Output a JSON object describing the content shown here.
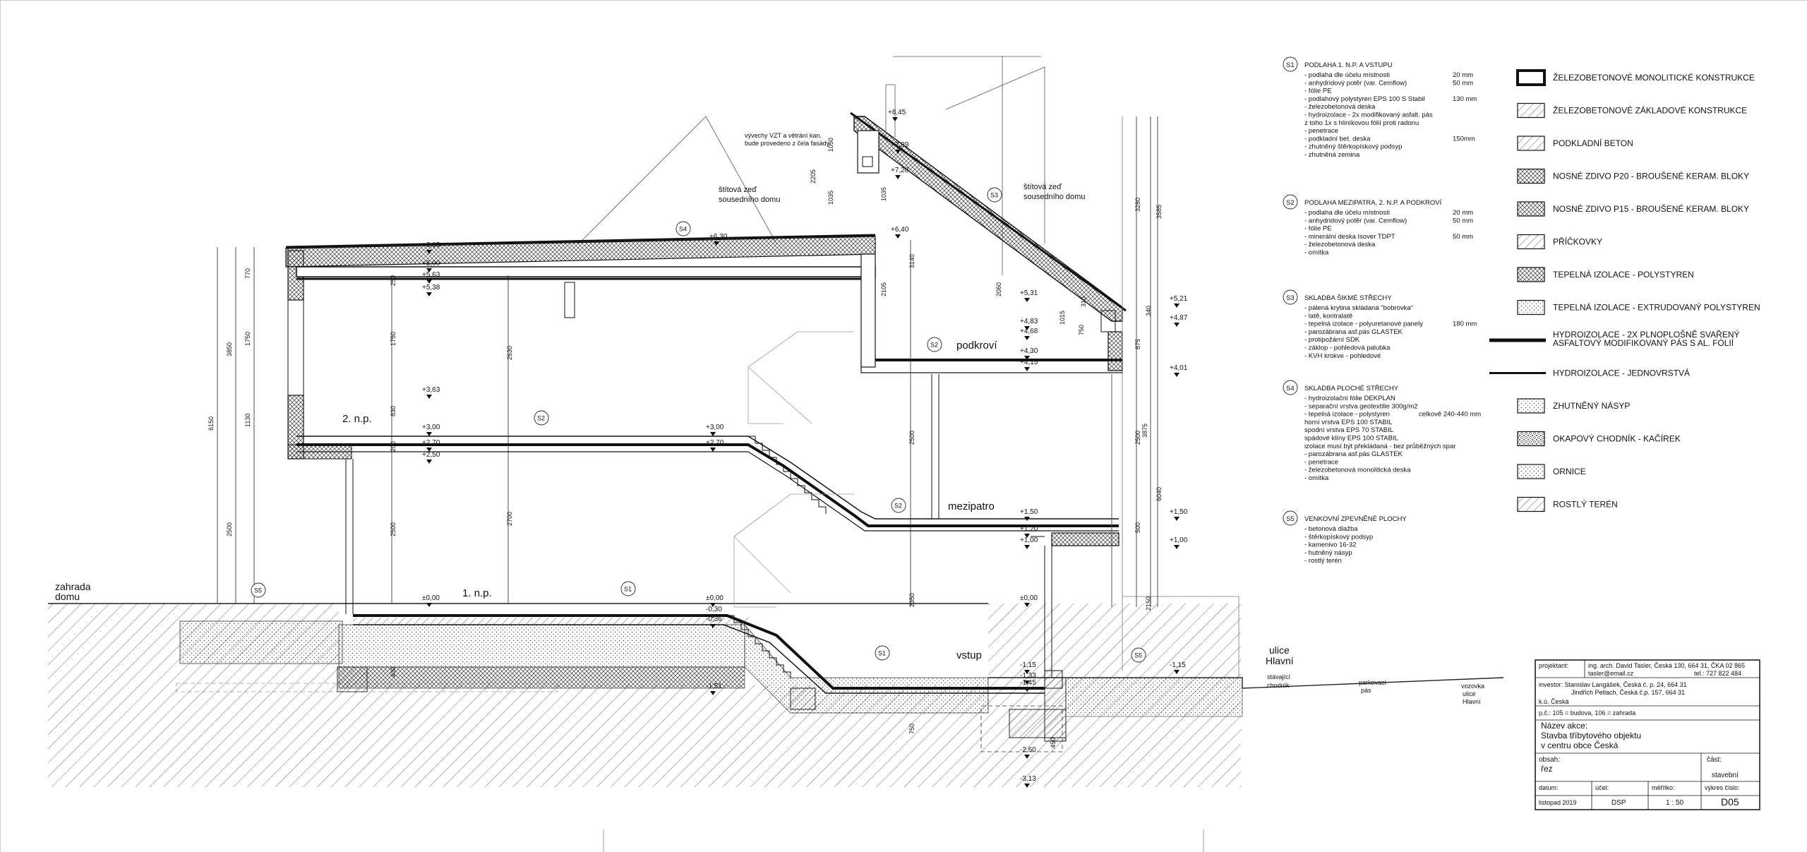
{
  "section_labels": {
    "zahrada": "zahrada",
    "domu": "domu",
    "ulice": "ulice",
    "hlavni": "Hlavní",
    "np1": "1. n.p.",
    "np2": "2. n.p.",
    "mezipatro": "mezipatro",
    "podkrovi": "podkroví",
    "vstup": "vstup",
    "stitova1a": "štítová zeď",
    "stitova1b": "sousedního domu",
    "stitova2a": "štítová zeď",
    "stitova2b": "sousedního domu",
    "vzt1": "vývechy VZT a větrání kan.",
    "vzt2": "bude provedeno z čela fasády",
    "stavajici": "stávající",
    "chodnik": "chodník",
    "parkovaci": "parkovací",
    "pas": "pás",
    "vozovka": "vozovka",
    "ulice2": "ulice",
    "hlavni2": "Hlavní"
  },
  "tags": [
    "S1",
    "S2",
    "S3",
    "S4",
    "S5"
  ],
  "levels": {
    "l845": "+8,45",
    "l789": "+7,89",
    "l720": "+7,20",
    "l640": "+6,40",
    "l630": "+6,30",
    "l615": "+6,15",
    "l590": "+5,90",
    "l563": "+5,63",
    "l538": "+5,38",
    "l531": "+5,31",
    "l521": "+5,21",
    "l487": "+4,87",
    "l483": "+4,83",
    "l468": "+4,68",
    "l430": "+4,30",
    "l415": "+4,15",
    "l401": "+4,01",
    "l363": "+3,63",
    "l300a": "+3,00",
    "l300b": "+3,00",
    "l270a": "+2,70",
    "l270b": "+2,70",
    "l250": "+2,50",
    "l150a": "+1,50",
    "l150b": "+1,50",
    "l120": "+1,20",
    "l100a": "+1,00",
    "l100b": "+1,00",
    "l000a": "±0,00",
    "l000b": "±0,00",
    "l000c": "±0,00",
    "lm030": "-0,30",
    "lm036": "-0,36",
    "lm115a": "-1,15",
    "lm115b": "-1,15",
    "lm133": "-1,33",
    "lm145": "-1,45",
    "lm151": "-1,51",
    "lm260": "-2,60",
    "lm313": "-3,13"
  },
  "dims": {
    "d6150": "6150",
    "d3850": "3850",
    "d2500a": "2500",
    "d770": "770",
    "d1750a": "1750",
    "d1130": "1130",
    "d250a": "250",
    "d1750b": "1750",
    "d830": "830",
    "d200a": "200",
    "d2500b": "2500",
    "d2630": "2630",
    "d2700": "2700",
    "d2205": "2205",
    "d1035a": "1035",
    "d1035b": "1035",
    "d1050": "1050",
    "d3140": "3140",
    "d2105": "2105",
    "d2500c": "2500",
    "d2350": "2350",
    "d2060": "2060",
    "d1015": "1015",
    "d750": "750",
    "d310": "310",
    "d3280": "3280",
    "d3585": "3585",
    "d340": "340",
    "d875": "875",
    "d3875": "3875",
    "d2500d": "2500",
    "d500": "500",
    "d6040": "6040",
    "d2150": "2150",
    "d750b": "750",
    "d450": "450",
    "d400": "400"
  },
  "specs": [
    {
      "tag": "S1",
      "title": "PODLAHA 1. N.P. A VSTUPU",
      "lines": [
        [
          "- podlaha dle účelu místnosti",
          "20 mm"
        ],
        [
          "- anhydridový potěr  (var. Cemflow)",
          "50 mm"
        ],
        [
          "- fólie PE",
          ""
        ],
        [
          "- podlahový polystyren EPS 100 S Stabil",
          "130 mm"
        ],
        [
          "- železobetonová deska",
          ""
        ],
        [
          "- hydroizolace - 2x modifikovaný asfalt. pás",
          ""
        ],
        [
          "   z toho 1x s hliníkovou fólií proti radonu",
          ""
        ],
        [
          "- penetrace",
          ""
        ],
        [
          "- podkladní bet. deska",
          "150mm"
        ],
        [
          "- zhutněný štěrkopískový podsyp",
          ""
        ],
        [
          "- zhutněná zemina",
          ""
        ]
      ]
    },
    {
      "tag": "S2",
      "title": "PODLAHA MEZIPATRA, 2. N.P. A PODKROVÍ",
      "lines": [
        [
          "- podlaha dle účelu místnosti",
          "20 mm"
        ],
        [
          "- anhydridový potěr  (var. Cemflow)",
          "50 mm"
        ],
        [
          "- fólie PE",
          ""
        ],
        [
          "- minerální deska Isover TDPT",
          "50 mm"
        ],
        [
          "- železobetonová deska",
          ""
        ],
        [
          "- omítka",
          ""
        ]
      ]
    },
    {
      "tag": "S3",
      "title": "SKLADBA ŠIKMÉ STŘECHY",
      "lines": [
        [
          "- pálená krytina skládaná \"bobrovka\"",
          ""
        ],
        [
          "- latě, kontralatě",
          ""
        ],
        [
          "- tepelná izolace - polyuretanové panely",
          "180 mm"
        ],
        [
          "- parozábrana asf.pás GLASTEK",
          ""
        ],
        [
          "- protipožární SDK",
          ""
        ],
        [
          "- záklop - pohledová palubka",
          ""
        ],
        [
          "- KVH krokve - pohledové",
          ""
        ]
      ]
    },
    {
      "tag": "S4",
      "title": "SKLADBA PLOCHÉ STŘECHY",
      "lines": [
        [
          "- hydroizolační fólie DEKPLAN",
          ""
        ],
        [
          "- separační vrstva  geotextilie 300g/m2",
          ""
        ],
        [
          "- tepelná izolace - polystyren",
          "celkově 240-440 mm"
        ],
        [
          "     horní vrstva EPS 100 STABIL",
          ""
        ],
        [
          "     spodní vrstva EPS 70 STABIL",
          ""
        ],
        [
          "     spádové klíny EPS 100 STABIL",
          ""
        ],
        [
          "     izolace musí být překládaná - bez průběžných spar",
          ""
        ],
        [
          "- parozábrana asf.pás GLASTEK",
          ""
        ],
        [
          "- penetrace",
          ""
        ],
        [
          "- železobetonová monolitická deska",
          ""
        ],
        [
          "- omítka",
          ""
        ]
      ]
    },
    {
      "tag": "S5",
      "title": "VENKOVNÍ ZPEVNĚNÉ PLOCHY",
      "lines": [
        [
          "- betonová dlažba",
          ""
        ],
        [
          "- štěrkopískový podsyp",
          ""
        ],
        [
          "- kamenivo 16-32",
          ""
        ],
        [
          "- hutněný násyp",
          ""
        ],
        [
          "- rostlý terén",
          ""
        ]
      ]
    }
  ],
  "legend": [
    {
      "pattern": "rc",
      "label": "ŽELEZOBETONOVÉ MONOLITICKÉ KONSTRUKCE"
    },
    {
      "pattern": "diag",
      "label": "ŽELEZOBETONOVÉ ZÁKLADOVÉ KONSTRUKCE"
    },
    {
      "pattern": "diag",
      "label": "PODKLADNÍ BETON"
    },
    {
      "pattern": "cross",
      "label": "NOSNÉ ZDIVO P20 - BROUŠENÉ KERAM. BLOKY"
    },
    {
      "pattern": "cross",
      "label": "NOSNÉ ZDIVO P15 - BROUŠENÉ KERAM. BLOKY"
    },
    {
      "pattern": "diag",
      "label": "PŘÍČKOVKY"
    },
    {
      "pattern": "cross",
      "label": "TEPELNÁ IZOLACE - POLYSTYREN"
    },
    {
      "pattern": "dots",
      "label": "TEPELNÁ IZOLACE - EXTRUDOVANÝ POLYSTYREN"
    },
    {
      "pattern": "thick",
      "label": "HYDROIZOLACE - 2X PLNOPLOŠNĚ SVAŘENÝ",
      "label2": "ASFALTOVÝ MODIFIKOVANÝ PÁS S AL. FÓLIÍ"
    },
    {
      "pattern": "thin",
      "label": "HYDROIZOLACE - JEDNOVRSTVÁ"
    },
    {
      "pattern": "dots",
      "label": "ZHUTNĚNÝ NÁSYP"
    },
    {
      "pattern": "gravel",
      "label": "OKAPOVÝ CHODNÍK - KAČÍREK"
    },
    {
      "pattern": "dots",
      "label": "ORNICE"
    },
    {
      "pattern": "diag",
      "label": "ROSTLÝ TERÉN"
    }
  ],
  "title_block": {
    "projektant_label": "projektant:",
    "projektant_1": "ing. arch. David Tasler, Česká 130, 664 31, ČKA 02 865",
    "projektant_2": "tasler@email.cz",
    "projektant_tel": "tel.: 727 822 484",
    "investor_1": "investor: Stanislav Langášek, Česká č. p. 24, 664 31",
    "investor_2": "Jindřich Petlach, Česká č.p. 157, 664 31",
    "ku": "k.ú. Česká",
    "pc": "p.č.: 105 = budova, 106 = zahrada",
    "nazev_label": "Název akce:",
    "nazev_1": "Stavba tříbytového objektu",
    "nazev_2": "v centru obce Česká",
    "obsah_label": "obsah:",
    "obsah": "řez",
    "cast_label": "část:",
    "cast": "stavební",
    "datum_label": "datum:",
    "datum": "listopad 2019",
    "ucel_label": "účel:",
    "ucel": "DSP",
    "meritko_label": "měřítko:",
    "meritko": "1 : 50",
    "vykres_label": "výkres číslo:",
    "vykres": "D05"
  }
}
